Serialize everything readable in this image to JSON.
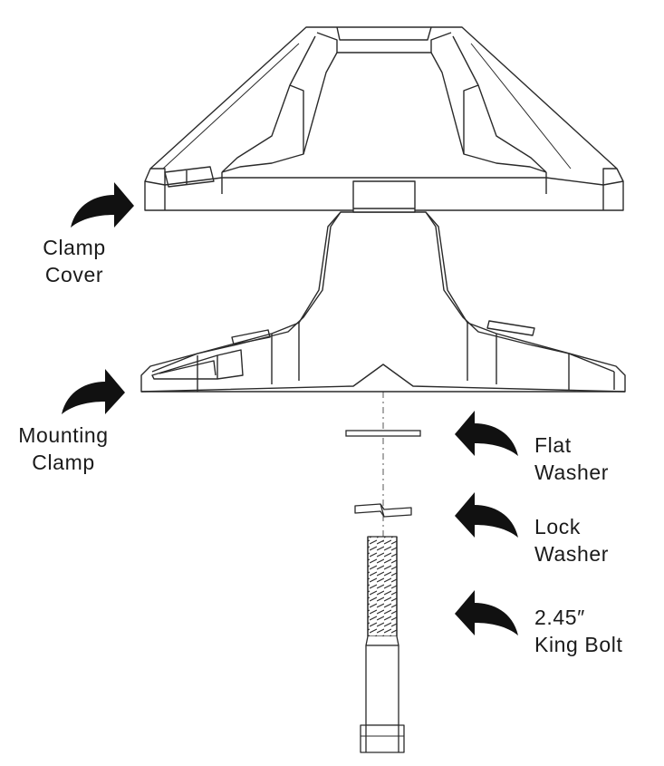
{
  "labels": {
    "clamp_cover": {
      "line1": "Clamp",
      "line2": "Cover"
    },
    "mounting_clamp": {
      "line1": "Mounting",
      "line2": "Clamp"
    },
    "flat_washer": {
      "line1": "Flat",
      "line2": "Washer"
    },
    "lock_washer": {
      "line1": "Lock",
      "line2": "Washer"
    },
    "king_bolt": {
      "line1": "2.45″",
      "line2": "King Bolt"
    }
  },
  "colors": {
    "line": "#2a2a2a",
    "arrow": "#111111",
    "fill": "#ffffff"
  }
}
